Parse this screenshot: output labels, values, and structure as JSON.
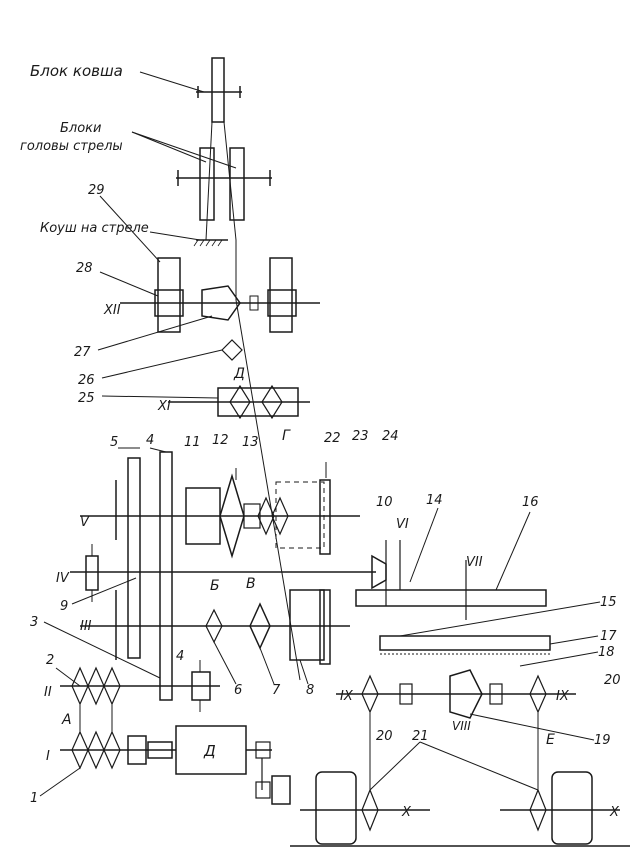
{
  "captions": {
    "bucket_block": "Блок ковша",
    "boom_head_line1": "Блоки",
    "boom_head_line2": "головы стрелы",
    "boom_thimble": "Коуш на стреле"
  },
  "numbers": {
    "n1": "1",
    "n2": "2",
    "n3": "3",
    "n4": "4",
    "n4b": "4",
    "n5": "5",
    "n6": "6",
    "n7": "7",
    "n8": "8",
    "n9": "9",
    "n10": "10",
    "n11": "11",
    "n12": "12",
    "n13": "13",
    "n14": "14",
    "n15": "15",
    "n16": "16",
    "n17": "17",
    "n18": "18",
    "n19": "19",
    "n20a": "20",
    "n20b": "20",
    "n21": "21",
    "n22": "22",
    "n23": "23",
    "n24": "24",
    "n25": "25",
    "n26": "26",
    "n27": "27",
    "n28": "28",
    "n29": "29"
  },
  "shafts": {
    "s1": "I",
    "s2": "II",
    "s3": "III",
    "s4": "IV",
    "s5": "V",
    "s6": "VI",
    "s7": "VII",
    "s8": "VIII",
    "s9a": "IX",
    "s9b": "IX",
    "s10a": "X",
    "s10b": "X",
    "s11": "XI",
    "s12": "XII"
  },
  "letters": {
    "A": "А",
    "B": "Б",
    "V": "В",
    "G": "Г",
    "D_motor": "Д",
    "D_upper": "Д",
    "E": "Е"
  },
  "colors": {
    "ink": "#1a1a1a",
    "paper": "#ffffff"
  }
}
